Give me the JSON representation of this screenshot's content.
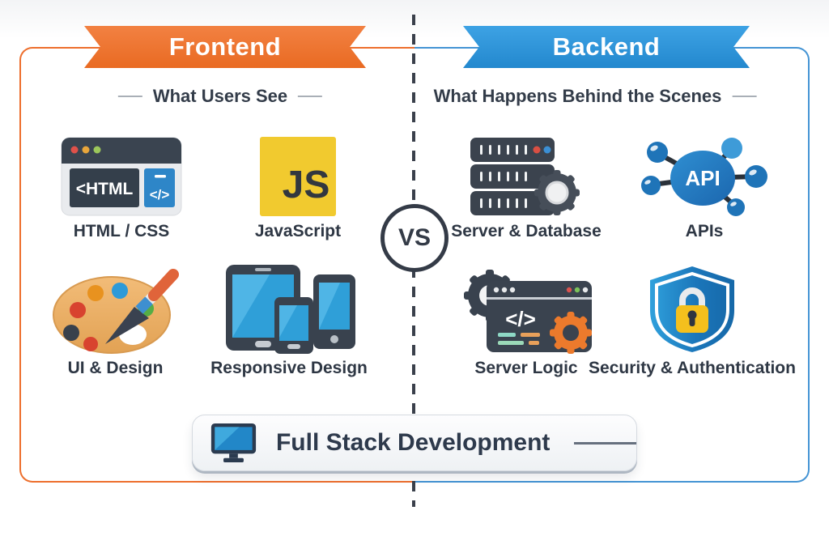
{
  "header": {
    "frontend": {
      "title": "Frontend",
      "subtitle": "What Users See"
    },
    "backend": {
      "title": "Backend",
      "subtitle": "What Happens Behind the Scenes"
    }
  },
  "vs_label": "VS",
  "frontend_items": [
    {
      "label": "HTML / CSS",
      "icon": "browser-html-icon"
    },
    {
      "label": "JavaScript",
      "icon": "js-icon"
    },
    {
      "label": "UI & Design",
      "icon": "palette-icon"
    },
    {
      "label": "Responsive Design",
      "icon": "devices-icon"
    }
  ],
  "backend_items": [
    {
      "label": "Server & Database",
      "icon": "server-database-icon"
    },
    {
      "label": "APIs",
      "icon": "api-network-icon"
    },
    {
      "label": "Server Logic",
      "icon": "server-logic-icon"
    },
    {
      "label": "Security & Authentication",
      "icon": "shield-lock-icon"
    }
  ],
  "footer": {
    "label": "Full Stack Development",
    "icon": "monitor-icon"
  },
  "icon_texts": {
    "html_tag": "<HTML",
    "code": "</>",
    "js": "JS",
    "api": "API"
  },
  "colors": {
    "frontend_accent": "#ed6f2d",
    "backend_accent": "#2e96dd",
    "dark_text": "#2e3744",
    "js_yellow": "#f1ca2f",
    "shield_blue": "#1b76ba",
    "lock_yellow": "#f4c01d",
    "gear_orange": "#ec7a2c"
  }
}
